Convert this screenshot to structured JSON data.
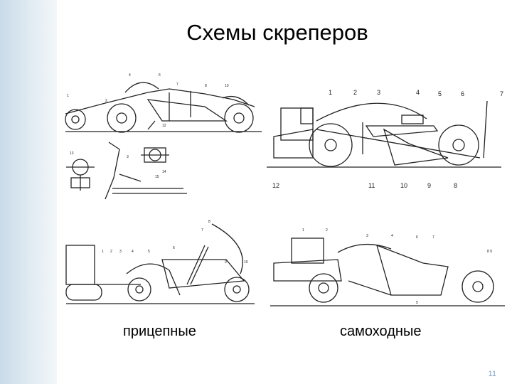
{
  "slide": {
    "title": "Схемы скреперов",
    "caption_trailed": "прицепные",
    "caption_self_propelled": "самоходные",
    "page_number": "11"
  },
  "figures": {
    "top_right_labels": [
      "1",
      "2",
      "3",
      "4",
      "5",
      "6",
      "7"
    ],
    "top_right_bottom_labels": [
      "12",
      "11",
      "10",
      "9",
      "8"
    ],
    "bottom_right_labels": [
      "1",
      "2",
      "3",
      "4",
      "6",
      "7",
      "8 9",
      "5"
    ],
    "bottom_left_labels": [
      "1",
      "2",
      "3",
      "4",
      "5",
      "6",
      "7",
      "8",
      "9",
      "10"
    ]
  }
}
